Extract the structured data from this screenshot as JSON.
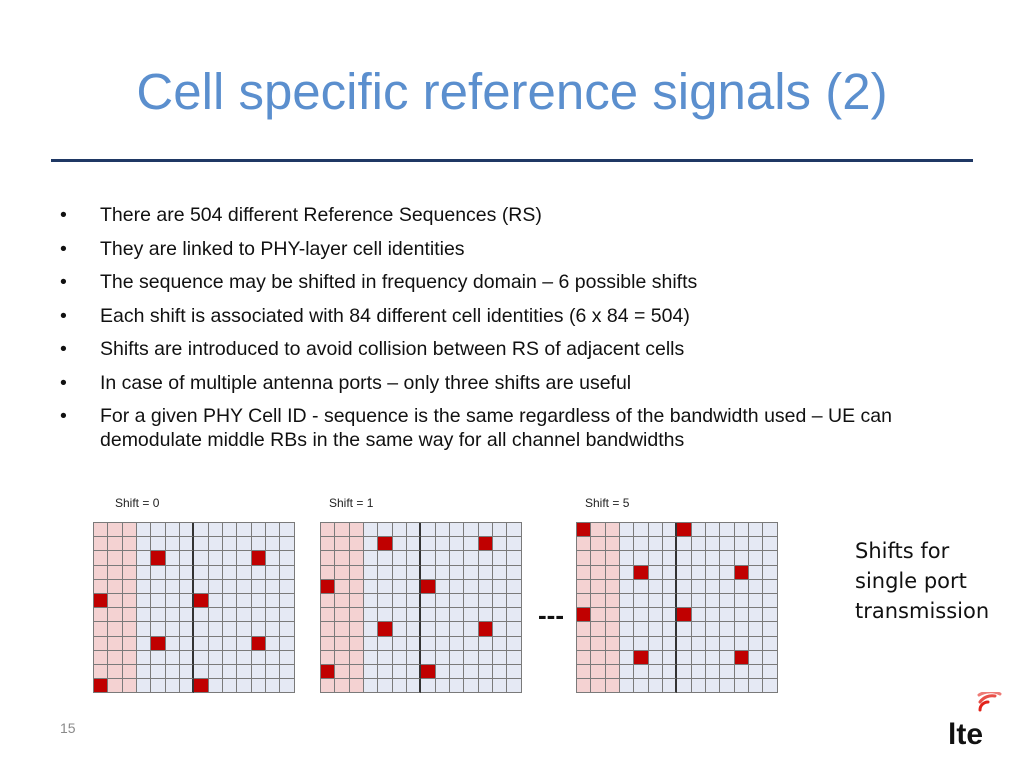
{
  "slide": {
    "title": "Cell specific reference signals (2)",
    "page_number": "15",
    "bullet_symbol": "•",
    "bullets": [
      "There are 504 different Reference Sequences (RS)",
      "They are linked to PHY-layer cell identities",
      "The sequence may be shifted in frequency domain – 6 possible shifts",
      "Each shift is associated with 84 different cell identities (6 x 84 = 504)",
      "Shifts are introduced to avoid collision between RS of adjacent cells",
      "In case of multiple antenna ports – only three shifts are useful",
      "For a given PHY Cell ID - sequence is the same regardless of the bandwidth used – UE can demodulate middle RBs in the same way for all channel bandwidths"
    ],
    "diagram": {
      "grids": [
        {
          "caption": "Shift = 0",
          "shift": 0
        },
        {
          "caption": "Shift = 1",
          "shift": 1
        },
        {
          "caption": "Shift = 5",
          "shift": 5
        }
      ],
      "ellipsis": "---",
      "side_note": [
        "Shifts for",
        "single port",
        "transmission"
      ]
    },
    "logo": {
      "text": "lte",
      "icon": "lte-logo-icon",
      "accent_color": "#e2231a"
    },
    "colors": {
      "title": "#5b8fce",
      "rule": "#1f3864",
      "reference_signal": "#c00000",
      "control_region": "#f4d2d2",
      "data_region": "#e5e9f4"
    }
  }
}
